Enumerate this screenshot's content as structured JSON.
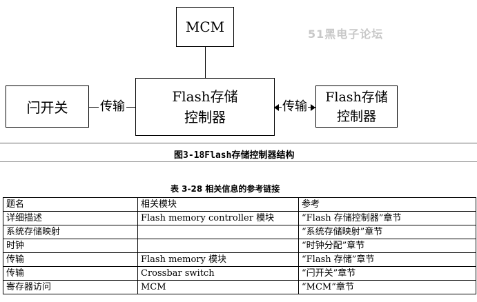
{
  "diagram": {
    "nodes": {
      "mcm": "MCM",
      "controller_line1": "Flash存储",
      "controller_line2": "控制器",
      "gate_switch": "闩开关",
      "flash_line1": "Flash存储",
      "flash_line2": "控制器"
    },
    "edge_labels": {
      "left": "传输",
      "right": "传输"
    },
    "caption": "图3-18Flash存储控制器结构"
  },
  "watermark": "51黑电子论坛",
  "table": {
    "title": "表 3-28 相关信息的参考链接",
    "headers": [
      "题名",
      "相关模块",
      "参考"
    ],
    "rows": [
      [
        "详细描述",
        "Flash memory controller 模块",
        "“Flash 存储控制器”章节"
      ],
      [
        "系统存储映射",
        "",
        "“系统存储映射”章节"
      ],
      [
        "时钟",
        "",
        "“时钟分配”章节"
      ],
      [
        "传输",
        "Flash memory 模块",
        "“Flash 存储”章节"
      ],
      [
        "传输",
        "Crossbar switch",
        "“闩开关”章节"
      ],
      [
        "寄存器访问",
        "MCM",
        "“MCM”章节"
      ]
    ]
  }
}
